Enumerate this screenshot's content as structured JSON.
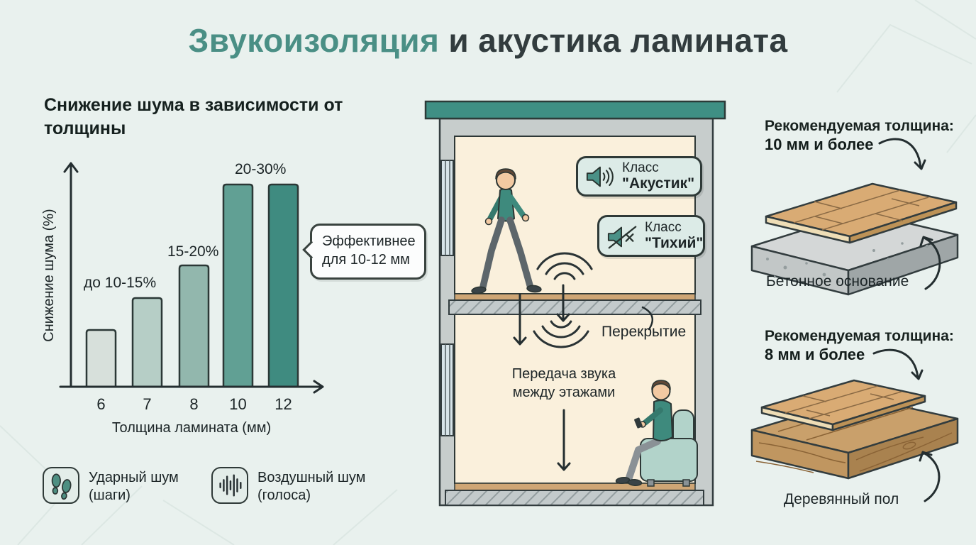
{
  "title": {
    "accent": "Звукоизоляция",
    "rest": " и акустика ламината"
  },
  "chart": {
    "subtitle": "Снижение шума в зависимости от толщины",
    "y_axis_label": "Снижение шума (%)",
    "x_axis_label": "Толщина ламината (мм)",
    "annotations": {
      "a1": "до 10-15%",
      "a2": "15-20%",
      "a3": "20-30%"
    },
    "callout": "Эффективнее для 10-12 мм"
  },
  "chart_data": {
    "type": "bar",
    "title": "Снижение шума в зависимости от толщины",
    "categories": [
      "6",
      "7",
      "8",
      "10",
      "12"
    ],
    "values": [
      7,
      11,
      15,
      25,
      25
    ],
    "value_labels": [
      "",
      "до 10-15%",
      "15-20%",
      "20-30%",
      "20-30%"
    ],
    "xlabel": "Толщина ламината (мм)",
    "ylabel": "Снижение шума (%)",
    "ylim": [
      0,
      30
    ],
    "grid": false,
    "bar_colors": [
      "#d7e0db",
      "#b6cec6",
      "#92b7ad",
      "#61a094",
      "#3f8b80"
    ],
    "annotation": "Эффективнее для 10-12 мм"
  },
  "legend": {
    "impact": {
      "label": "Ударный шум (шаги)",
      "icon": "footsteps-icon"
    },
    "airborne": {
      "label": "Воздушный шум (голоса)",
      "icon": "sound-wave-icon"
    }
  },
  "building": {
    "badge_acoustic": {
      "line1": "Класс",
      "line2": "\"Акустик\"",
      "icon": "speaker-on-icon"
    },
    "badge_quiet": {
      "line1": "Класс",
      "line2": "\"Тихий\"",
      "icon": "speaker-muted-icon"
    },
    "slab_label": "Перекрытие",
    "transmission_line1": "Передача звука",
    "transmission_line2": "между этажами"
  },
  "recommendations": {
    "concrete": {
      "heading": "Рекомендуемая толщина:",
      "value": "10 мм и более",
      "caption": "Бетонное основание"
    },
    "wood": {
      "heading": "Рекомендуемая толщина:",
      "value": "8 мм и более",
      "caption": "Деревянный пол"
    }
  },
  "colors": {
    "accent_teal": "#4a8f85",
    "dark_text": "#1d2527",
    "roof_teal": "#3f8f84",
    "room_cream": "#faf0dc",
    "badge_mint": "#dcebe7",
    "background": "#e9f1ee"
  }
}
